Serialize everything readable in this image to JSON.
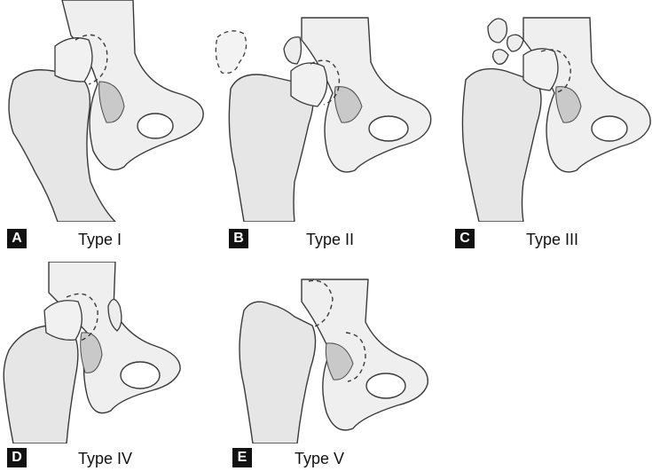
{
  "panels": [
    {
      "letter": "A",
      "caption": "Type I"
    },
    {
      "letter": "B",
      "caption": "Type II"
    },
    {
      "letter": "C",
      "caption": "Type III"
    },
    {
      "letter": "D",
      "caption": "Type IV"
    },
    {
      "letter": "E",
      "caption": "Type V"
    }
  ]
}
